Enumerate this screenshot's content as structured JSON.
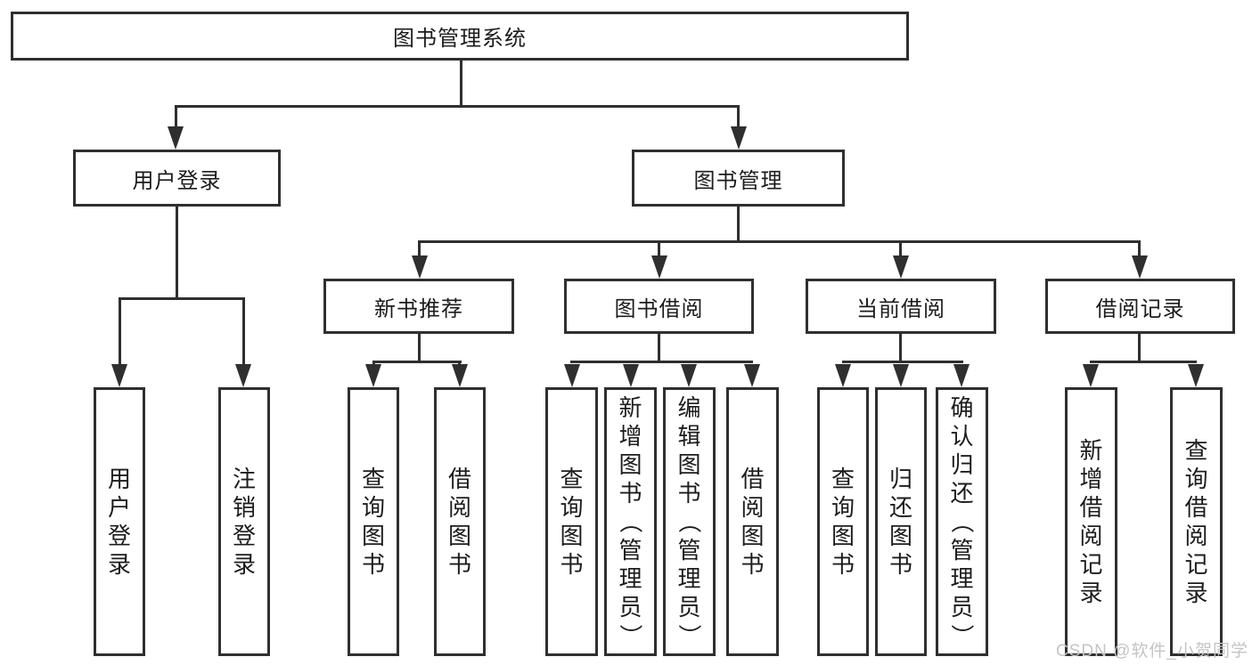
{
  "diagram": {
    "root": {
      "label": "图书管理系统",
      "children": [
        {
          "label": "用户登录",
          "children": [
            {
              "label": "用户登录"
            },
            {
              "label": "注销登录"
            }
          ]
        },
        {
          "label": "图书管理",
          "children": [
            {
              "label": "新书推荐",
              "children": [
                {
                  "label": "查询图书"
                },
                {
                  "label": "借阅图书"
                }
              ]
            },
            {
              "label": "图书借阅",
              "children": [
                {
                  "label": "查询图书"
                },
                {
                  "label": "新增图书（管理员）"
                },
                {
                  "label": "编辑图书（管理员）"
                },
                {
                  "label": "借阅图书"
                }
              ]
            },
            {
              "label": "当前借阅",
              "children": [
                {
                  "label": "查询图书"
                },
                {
                  "label": "归还图书"
                },
                {
                  "label": "确认归还（管理员）"
                }
              ]
            },
            {
              "label": "借阅记录",
              "children": [
                {
                  "label": "新增借阅记录"
                },
                {
                  "label": "查询借阅记录"
                }
              ]
            }
          ]
        }
      ]
    }
  },
  "watermark": {
    "text": "CSDN @软件_小贺同学"
  },
  "colors": {
    "line": "#2f2f2f",
    "text": "#1c1c1c",
    "watermark": "#c4c4c4",
    "background": "#ffffff"
  }
}
